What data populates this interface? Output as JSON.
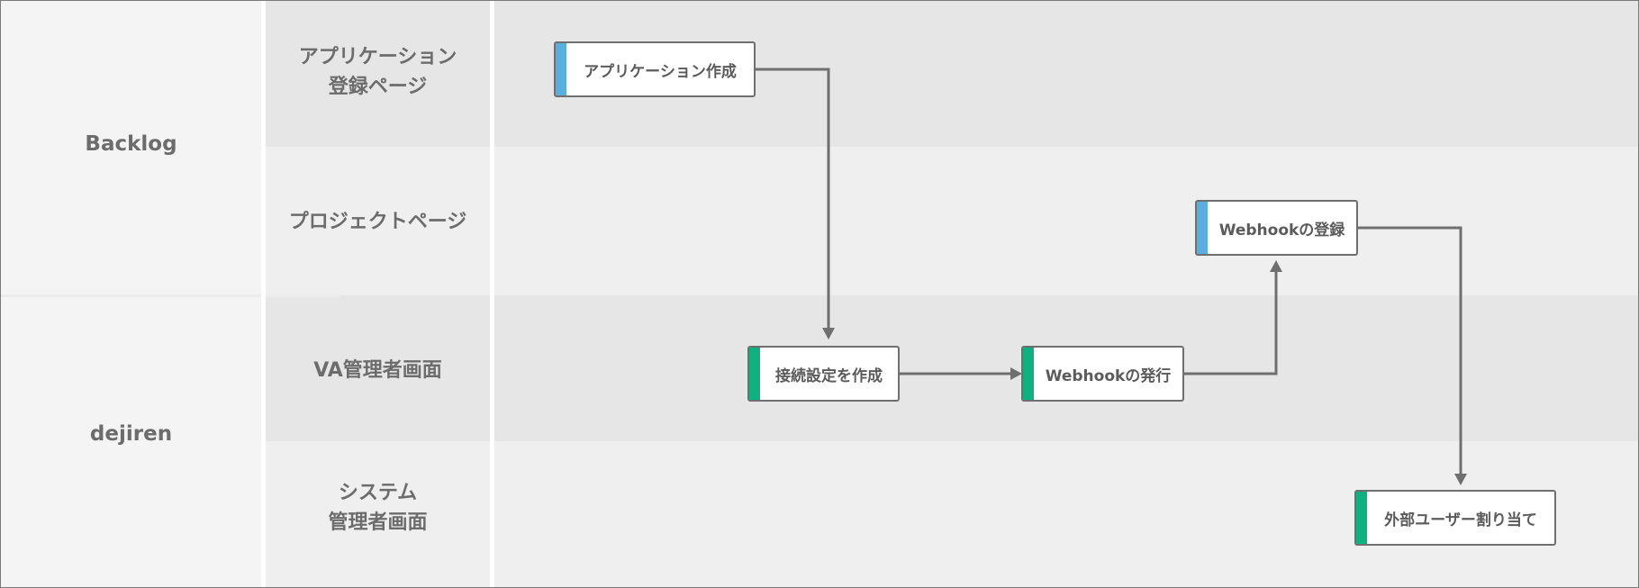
{
  "groups": {
    "backlog": "Backlog",
    "dejiren": "dejiren"
  },
  "lanes": {
    "app_registration": [
      "アプリケーション",
      "登録ページ"
    ],
    "project_page": "プロジェクトページ",
    "va_admin": "VA管理者画面",
    "system_admin": [
      "システム",
      "管理者画面"
    ]
  },
  "nodes": {
    "create_app": "アプリケーション作成",
    "register_webhook": "Webhookの登録",
    "create_connection": "接続設定を作成",
    "issue_webhook": "Webhookの発行",
    "assign_external_user": "外部ユーザー割り当て"
  },
  "colors": {
    "backlog_accent": "#5aaee0",
    "dejiren_accent": "#10b181",
    "line": "#6f6f6f",
    "text": "#6c6c6c"
  }
}
